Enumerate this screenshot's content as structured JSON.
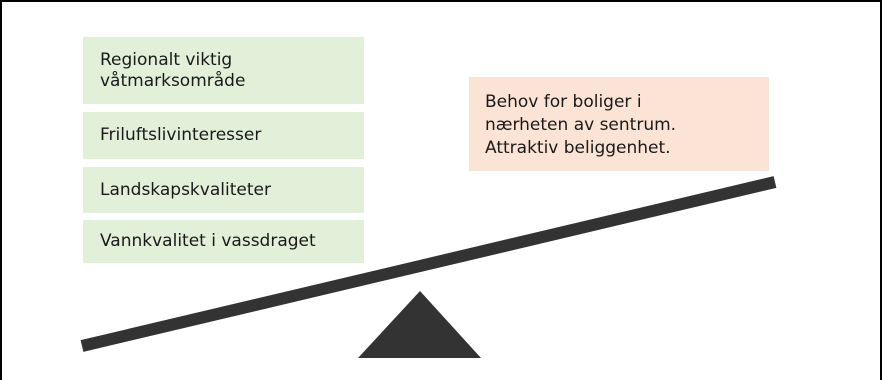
{
  "left_items": [
    {
      "lines": [
        "Regionalt viktig",
        "våtmarksområde"
      ]
    },
    {
      "lines": [
        "Friluftslivinteresser"
      ]
    },
    {
      "lines": [
        "Landskapskvaliteter"
      ]
    },
    {
      "lines": [
        "Vannkvalitet i vassdraget"
      ]
    }
  ],
  "right_item": {
    "lines": [
      "Behov for boliger i",
      "nærheten av sentrum.",
      "Attraktiv beliggenhet."
    ]
  },
  "colors": {
    "left_box": "#e2efd9",
    "right_box": "#fbe4d5",
    "beam": "#333333",
    "fulcrum": "#333333",
    "frame": "#000000"
  },
  "icons": {
    "beam": "balance-beam-icon",
    "fulcrum": "fulcrum-triangle-icon"
  }
}
